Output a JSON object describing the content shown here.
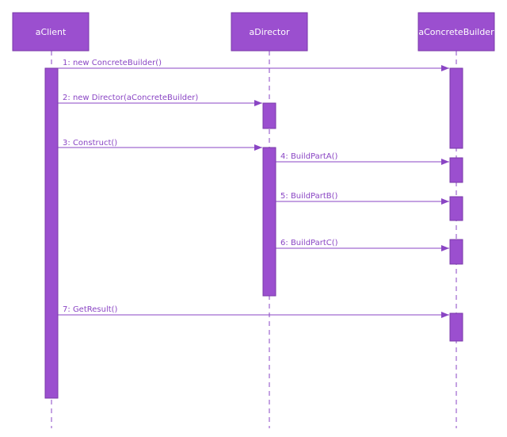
{
  "colors": {
    "fill": "#9b4fcf",
    "stroke": "#7a3aa8",
    "line": "#8a45c4",
    "label_text": "#ffffff"
  },
  "lifelines": [
    {
      "id": "client",
      "label": "aClient"
    },
    {
      "id": "director",
      "label": "aDirector"
    },
    {
      "id": "builder",
      "label": "aConcreteBuilder"
    }
  ],
  "messages": [
    {
      "number": "1",
      "text": "new ConcreteBuilder()",
      "from": "client",
      "to": "builder"
    },
    {
      "number": "2",
      "text": "new Director(aConcreteBuilder)",
      "from": "client",
      "to": "director"
    },
    {
      "number": "3",
      "text": "Construct()",
      "from": "client",
      "to": "director"
    },
    {
      "number": "4",
      "text": "BuildPartA()",
      "from": "director",
      "to": "builder"
    },
    {
      "number": "5",
      "text": "BuildPartB()",
      "from": "director",
      "to": "builder"
    },
    {
      "number": "6",
      "text": "BuildPartC()",
      "from": "director",
      "to": "builder"
    },
    {
      "number": "7",
      "text": "GetResult()",
      "from": "client",
      "to": "builder"
    }
  ]
}
